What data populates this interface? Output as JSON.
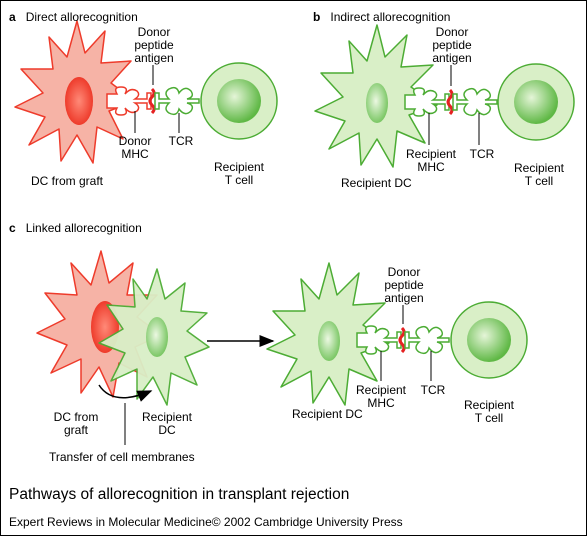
{
  "panels": {
    "a": {
      "letter": "a",
      "title": "Direct allorecognition",
      "label_antigen": [
        "Donor",
        "peptide",
        "antigen"
      ],
      "label_mhc": [
        "Donor",
        "MHC"
      ],
      "label_tcr": "TCR",
      "label_dc": "DC from graft",
      "label_tcell": [
        "Recipient",
        "T cell"
      ]
    },
    "b": {
      "letter": "b",
      "title": "Indirect allorecognition",
      "label_antigen": [
        "Donor",
        "peptide",
        "antigen"
      ],
      "label_mhc": [
        "Recipient",
        "MHC"
      ],
      "label_tcr": "TCR",
      "label_dc": "Recipient DC",
      "label_tcell": [
        "Recipient",
        "T cell"
      ]
    },
    "c": {
      "letter": "c",
      "title": "Linked allorecognition",
      "label_dc_graft": [
        "DC from",
        "graft"
      ],
      "label_recipient_dc": [
        "Recipient",
        "DC"
      ],
      "label_transfer": "Transfer of cell membranes",
      "label_antigen": [
        "Donor",
        "peptide",
        "antigen"
      ],
      "label_mhc": [
        "Recipient",
        "MHC"
      ],
      "label_tcr": "TCR",
      "label_dc": "Recipient DC",
      "label_tcell": [
        "Recipient",
        "T cell"
      ]
    }
  },
  "caption": "Pathways of allorecognition in transplant rejection",
  "credit": "Expert Reviews in Molecular Medicine© 2002 Cambridge University Press",
  "colors": {
    "donor_fill": "#f6b3a6",
    "donor_stroke": "#ee3b2b",
    "donor_nucleus": "#ee3b2b",
    "recipient_fill": "#d9efc7",
    "recipient_stroke": "#4cac34",
    "recipient_nucleus": "#77c45a",
    "peptide": "#e52222"
  }
}
